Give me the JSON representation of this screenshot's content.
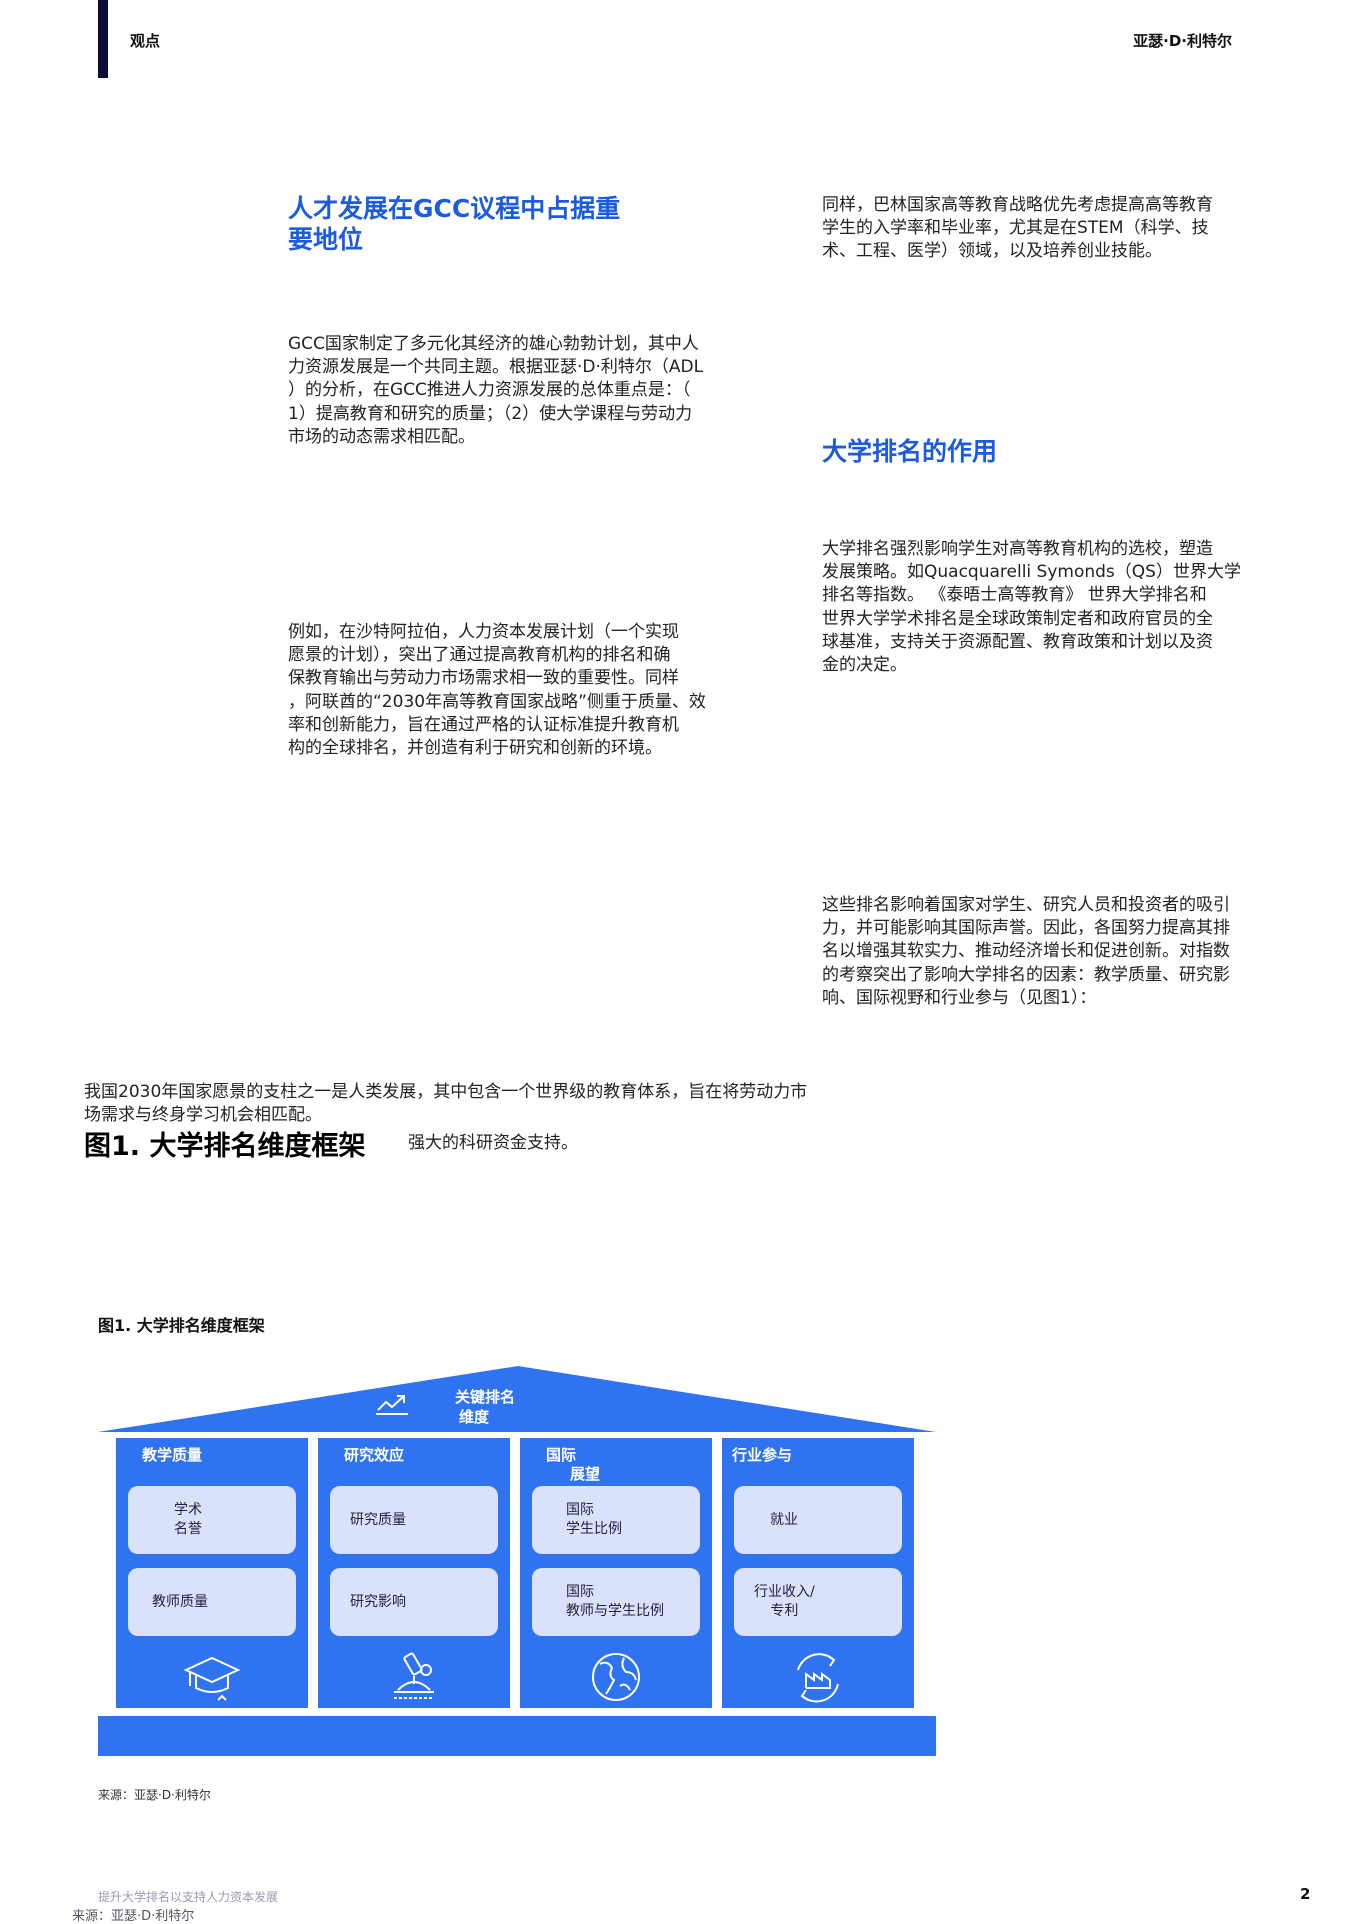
{
  "header": {
    "section": "观点",
    "company": "亚瑟·D·利特尔"
  },
  "left_column": {
    "title_line1": "人才发展在GCC议程中占据重",
    "title_line2": "要地位",
    "para1": [
      "GCC国家制定了多元化其经济的雄心勃勃计划，其中人",
      "力资源发展是一个共同主题。根据亚瑟·D·利特尔（ADL",
      "）的分析，在GCC推进人力资源发展的总体重点是：（",
      "1）提高教育和研究的质量；（2）使大学课程与劳动力",
      "市场的动态需求相匹配。"
    ],
    "para2": [
      "例如，在沙特阿拉伯，人力资本发展计划（一个实现",
      "愿景的计划），突出了通过提高教育机构的排名和确",
      "保教育输出与劳动力市场需求相一致的重要性。同样",
      "，阿联酋的“2030年高等教育国家战略”侧重于质量、效",
      "率和创新能力，旨在通过严格的认证标准提升教育机",
      "构的全球排名，并创造有利于研究和创新的环境。"
    ]
  },
  "right_column": {
    "para1": [
      "同样，巴林国家高等教育战略优先考虑提高高等教育",
      "学生的入学率和毕业率，尤其是在STEM（科学、技",
      "术、工程、医学）领域，以及培养创业技能。"
    ],
    "title": "大学排名的作用",
    "para2": [
      "大学排名强烈影响学生对高等教育机构的选校，塑造",
      "发展策略。如Quacquarelli Symonds（QS）世界大学",
      "排名等指数。 《泰晤士高等教育》 世界大学排名和",
      "世界大学学术排名是全球政策制定者和政府官员的全",
      "球基准，支持关于资源配置、教育政策和计划以及资",
      "金的决定。"
    ],
    "para3": [
      "这些排名影响着国家对学生、研究人员和投资者的吸引",
      "力，并可能影响其国际声誉。因此，各国努力提高其排",
      "名以增强其软实力、推动经济增长和促进创新。对指数",
      "的考察突出了影响大学排名的因素：教学质量、研究影",
      "响、国际视野和行业参与（见图1）："
    ]
  },
  "full_width": {
    "line1": "我国2030年国家愿景的支柱之一是人类发展，其中包含一个世界级的教育体系，旨在将劳动力市",
    "line2": "场需求与终身学习机会相匹配。"
  },
  "figure": {
    "heading": "图1. 大学排名维度框架",
    "heading_note": "强大的科研资金支持。",
    "label": "图1. 大学排名维度框架",
    "roof_title_line1": "关键排名",
    "roof_title_line2": "维度",
    "pillars": [
      {
        "title": "教学质量",
        "icon": "graduation-cap-icon",
        "cards": [
          [
            "学术",
            "名誉"
          ],
          [
            "教师质量"
          ]
        ]
      },
      {
        "title": "研究效应",
        "icon": "microscope-icon",
        "cards": [
          [
            "研究质量"
          ],
          [
            "研究影响"
          ]
        ]
      },
      {
        "title_line1": "国际",
        "title_line2": "展望",
        "icon": "globe-icon",
        "cards": [
          [
            "国际",
            "学生比例"
          ],
          [
            "国际",
            "教师与学生比例"
          ]
        ]
      },
      {
        "title": "行业参与",
        "icon": "factory-cycle-icon",
        "cards": [
          [
            "就业"
          ],
          [
            "行业收入/",
            "专利"
          ]
        ]
      }
    ],
    "colors": {
      "primary_blue": "#2f73f0",
      "card_fill": "#d9e2fa",
      "title_blue": "#1a5be0"
    },
    "source": "来源：亚瑟·D·利特尔"
  },
  "footer": {
    "doc_title": "提升大学排名以支持人力资本发展",
    "source": "来源：亚瑟·D·利特尔",
    "page_number": "2"
  }
}
